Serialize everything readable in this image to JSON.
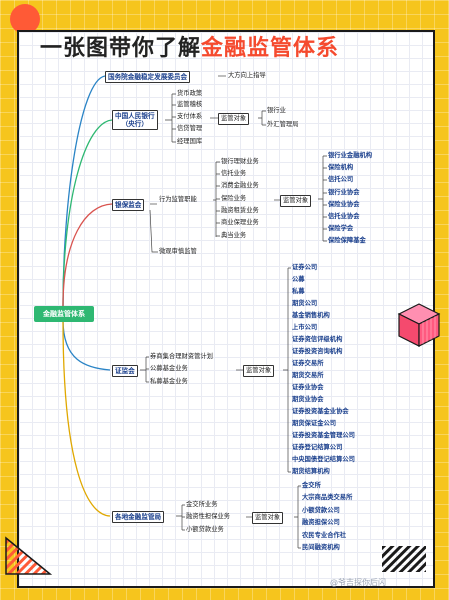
{
  "header": {
    "title_prefix": "一张图带你了解",
    "title_highlight": "金融监管体系"
  },
  "root": {
    "label": "金融监管体系"
  },
  "branches": {
    "fsdc": {
      "label": "国务院金融稳定发展委员会",
      "note": "大方向上指导"
    },
    "pboc": {
      "label_line1": "中国人民银行",
      "label_line2": "（央行）",
      "items": [
        "货币政策",
        "监管稽核",
        "支付体系",
        "信贷管理",
        "经理国库"
      ],
      "supervise_label": "监管对象",
      "targets": [
        "银行业",
        "外汇管理局"
      ]
    },
    "cbirc": {
      "label": "银保监会",
      "function": "行为监管职能",
      "micro": "微观审慎监管",
      "items": [
        "银行理财业务",
        "信托业务",
        "消费金融业务",
        "保险业务",
        "融资租赁业务",
        "商业保理业务",
        "典当业务"
      ],
      "supervise_label": "监管对象",
      "targets": [
        "银行业金融机构",
        "保险机构",
        "信托公司",
        "银行业协会",
        "保险业协会",
        "信托业协会",
        "保险学会",
        "保险保障基金"
      ]
    },
    "csrc": {
      "label": "证监会",
      "items": [
        "券商集合理财资管计划",
        "公募基金业务",
        "私募基金业务"
      ],
      "supervise_label": "监管对象",
      "targets": [
        "证券公司",
        "公募",
        "私募",
        "期货公司",
        "基金销售机构",
        "上市公司",
        "证券资信评级机构",
        "证券投资咨询机构",
        "证券交易所",
        "期货交易所",
        "证券业协会",
        "期货业协会",
        "证券投资基金业协会",
        "期货保证金公司",
        "证券投资基金管理公司",
        "证券登记结算公司",
        "中央国债登记结算公司",
        "期货结算机构"
      ]
    },
    "local": {
      "label": "各地金融监管局",
      "items": [
        "金交所业务",
        "融资性担保业务",
        "小额贷款业务"
      ],
      "supervise_label": "监管对象",
      "targets": [
        "金交所",
        "大宗商品类交易所",
        "小额贷款公司",
        "融资担保公司",
        "农民专业合作社",
        "民间融资机构"
      ]
    }
  },
  "watermark": "@爷吉探你后闪",
  "colors": {
    "background": "#f6c51d",
    "accent_red": "#f54a2e",
    "root_green": "#2eb872",
    "branch_blue": "#1a3f8c",
    "line_blue": "#2a84c6",
    "line_green": "#2eb872",
    "line_red": "#d9534f"
  }
}
